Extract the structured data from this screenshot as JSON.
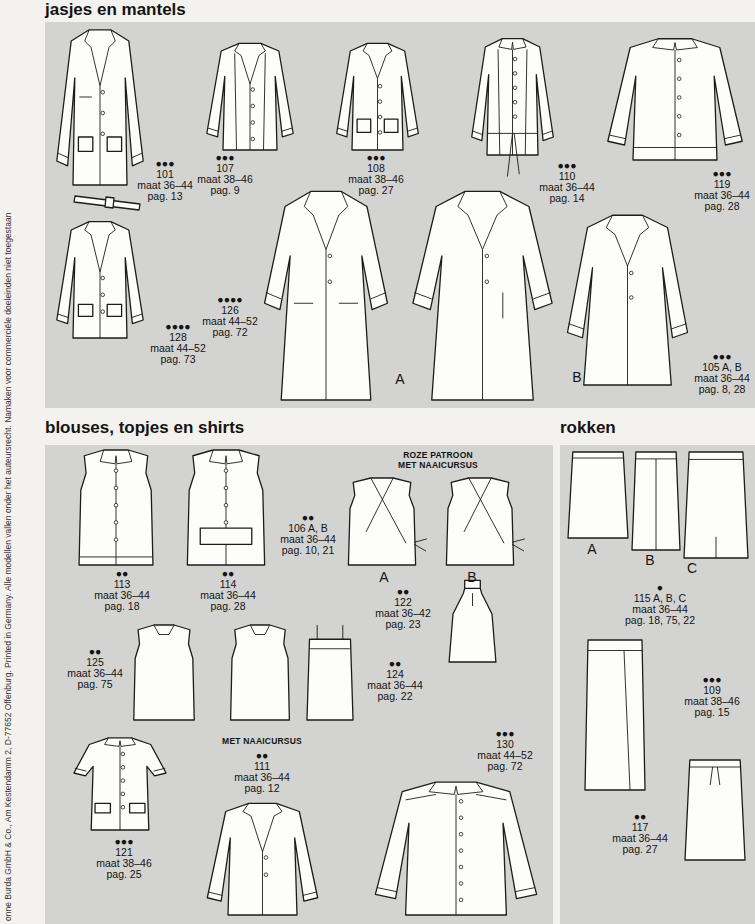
{
  "diagram": {
    "nodes": [
      {
        "text": [
          "jasjes en mantels"
        ]
      },
      {
        "text": [
          "blouses, topjes en shirts"
        ]
      },
      {
        "text": [
          "rokken"
        ]
      }
    ],
    "labels": [
      "onne Burda GmbH & Co., Am Kestendamm 2, D-77652 Offenburg. Printed in Germany. Alle modellen vallen onder het auteursrecht. Namaken voor commerciële doeleinden niet toegestaan",
      "●●●",
      "101",
      "maat 36–44",
      "pag. 13",
      "●●●",
      "107",
      "maat 38–46",
      "pag. 9",
      "●●●",
      "108",
      "maat 38–46",
      "pag. 27",
      "●●●",
      "110",
      "maat 36–44",
      "pag. 14",
      "●●●",
      "119",
      "maat 36–44",
      "pag. 28",
      "●●●●",
      "126",
      "maat 44–52",
      "pag. 72",
      "●●●●",
      "128",
      "maat 44–52",
      "pag. 73",
      "A",
      "B",
      "●●●",
      "105 A, B",
      "maat 36–44",
      "pag. 8, 28",
      "ROZE PATROON",
      "MET NAAICURSUS",
      "●●",
      "106 A, B",
      "maat 36–44",
      "pag. 10, 21",
      "A",
      "B",
      "●●",
      "113",
      "maat 36–44",
      "pag. 18",
      "●●",
      "114",
      "maat 36–44",
      "pag. 28",
      "●●",
      "122",
      "maat 36–42",
      "pag. 23",
      "●●",
      "125",
      "maat 36–44",
      "pag. 75",
      "●●",
      "124",
      "maat 36–44",
      "pag. 22",
      "MET NAAICURSUS",
      "●●●",
      "130",
      "maat 44–52",
      "pag. 72",
      "●●",
      "111",
      "maat 36–44",
      "pag. 12",
      "●●●",
      "121",
      "maat 38–46",
      "pag. 25",
      "A",
      "B",
      "C",
      "●",
      "115 A, B, C",
      "maat 36–44",
      "pag. 18, 75, 22",
      "●●●",
      "109",
      "maat 38–46",
      "pag. 15",
      "●●",
      "117",
      "maat 36–44",
      "pag. 27"
    ]
  }
}
